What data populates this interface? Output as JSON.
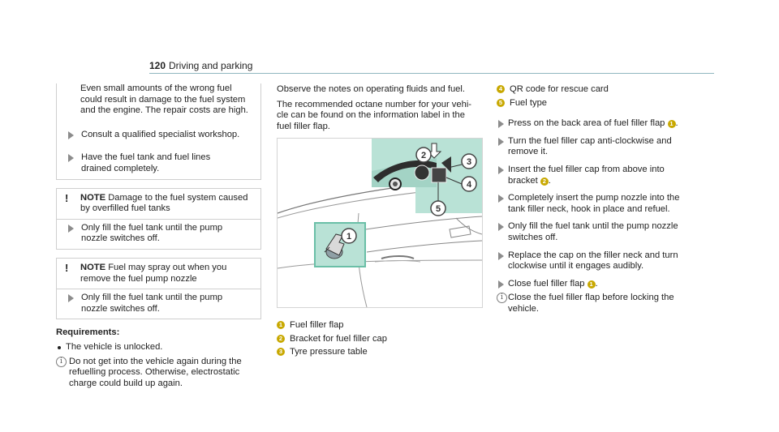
{
  "header": {
    "page_number": "120",
    "section_title": "Driving and parking"
  },
  "col1": {
    "intro_lines": [
      "Even small amounts of the wrong fuel",
      "could result in damage to the fuel system",
      "and the engine. The repair costs are high."
    ],
    "step1": "Consult a qualified specialist workshop.",
    "step2_lines": [
      "Have the fuel tank and fuel lines",
      "drained completely."
    ],
    "note1": {
      "label": "NOTE",
      "line1": "Damage to the fuel system caused",
      "line2": "by overfilled fuel tanks"
    },
    "note1_step_lines": [
      "Only fill the fuel tank until the pump",
      "nozzle switches off."
    ],
    "note2": {
      "label": "NOTE",
      "line1": "Fuel may spray out when you",
      "line2": "remove the fuel pump nozzle"
    },
    "note2_step_lines": [
      "Only fill the fuel tank until the pump",
      "nozzle switches off."
    ],
    "requirements_label": "Requirements:",
    "requirement_1": "The vehicle is unlocked.",
    "info_lines": [
      "Do not get into the vehicle again during the",
      "refuelling process. Otherwise, electrostatic",
      "charge could build up again."
    ]
  },
  "col2": {
    "p1_lines": [
      "Observe the notes on operating fluids and fuel."
    ],
    "p2_lines": [
      "The recommended octane number for your vehi-",
      "cle can be found on the information label in the",
      "fuel filler flap."
    ],
    "legend": [
      {
        "num": "1",
        "text": "Fuel filler flap"
      },
      {
        "num": "2",
        "text": "Bracket for fuel filler cap"
      },
      {
        "num": "3",
        "text": "Tyre pressure table"
      }
    ],
    "figure_callouts": [
      "1",
      "2",
      "3",
      "4",
      "5"
    ]
  },
  "col3": {
    "legend": [
      {
        "num": "4",
        "text": "QR code for rescue card"
      },
      {
        "num": "5",
        "text": "Fuel type"
      }
    ],
    "steps": [
      {
        "lines": [
          "Press on the back area of fuel filler flap "
        ],
        "badge": "1",
        "after": "."
      },
      {
        "lines": [
          "Turn the fuel filler cap anti-clockwise and",
          "remove it."
        ]
      },
      {
        "lines": [
          "Insert the fuel filler cap from above into",
          "bracket "
        ],
        "badge": "2",
        "after": "."
      },
      {
        "lines": [
          "Completely insert the pump nozzle into the",
          "tank filler neck, hook in place and refuel."
        ]
      },
      {
        "lines": [
          "Only fill the fuel tank until the pump nozzle",
          "switches off."
        ]
      },
      {
        "lines": [
          "Replace the cap on the filler neck and turn",
          "clockwise until it engages audibly."
        ]
      },
      {
        "lines": [
          "Close fuel filler flap "
        ],
        "badge": "1",
        "after": "."
      }
    ],
    "final_info_lines": [
      "Close the fuel filler flap before locking the",
      "vehicle."
    ]
  },
  "colors": {
    "accent_line": "#8fb7bf",
    "badge": "#c8a800",
    "highlight": "#b9e2d6"
  }
}
